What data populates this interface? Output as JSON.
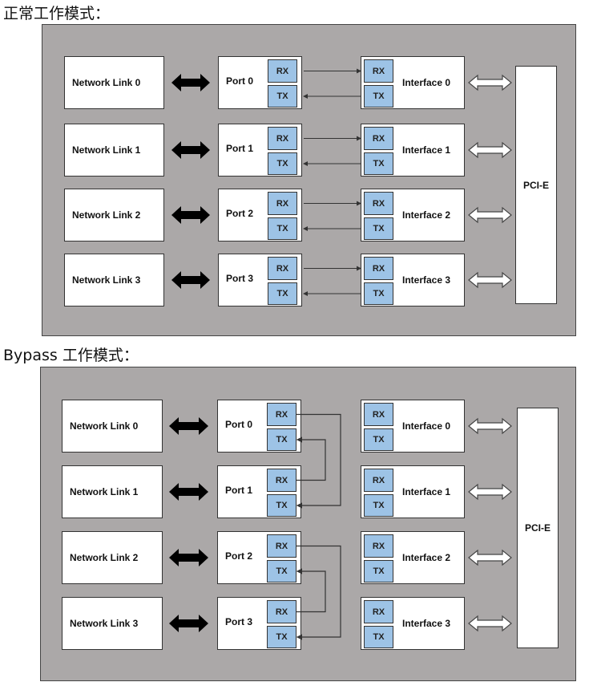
{
  "normal_mode": {
    "title": "正常工作模式：",
    "network_links": [
      "Network Link 0",
      "Network Link 1",
      "Network Link 2",
      "Network Link 3"
    ],
    "ports": [
      "Port 0",
      "Port 1",
      "Port 2",
      "Port 3"
    ],
    "interfaces": [
      "Interface 0",
      "Interface 1",
      "Interface 2",
      "Interface 3"
    ],
    "rx_label": "RX",
    "tx_label": "TX",
    "pcie_label": "PCI-E",
    "connections": "Port RX → Interface RX; Interface TX → Port TX"
  },
  "bypass_mode": {
    "title": "Bypass 工作模式：",
    "network_links": [
      "Network Link 0",
      "Network Link 1",
      "Network Link 2",
      "Network Link 3"
    ],
    "ports": [
      "Port 0",
      "Port 1",
      "Port 2",
      "Port 3"
    ],
    "interfaces": [
      "Interface 0",
      "Interface 1",
      "Interface 2",
      "Interface 3"
    ],
    "rx_label": "RX",
    "tx_label": "TX",
    "pcie_label": "PCI-E",
    "connections": "Port 0 RX → Port 1 TX; Port 1 RX → Port 0 TX; Port 2 RX → Port 3 TX; Port 3 RX → Port 2 TX"
  },
  "colors": {
    "panel": "#aba8a8",
    "queue": "#9dc3e6",
    "box": "#ffffff",
    "line": "#333333"
  }
}
